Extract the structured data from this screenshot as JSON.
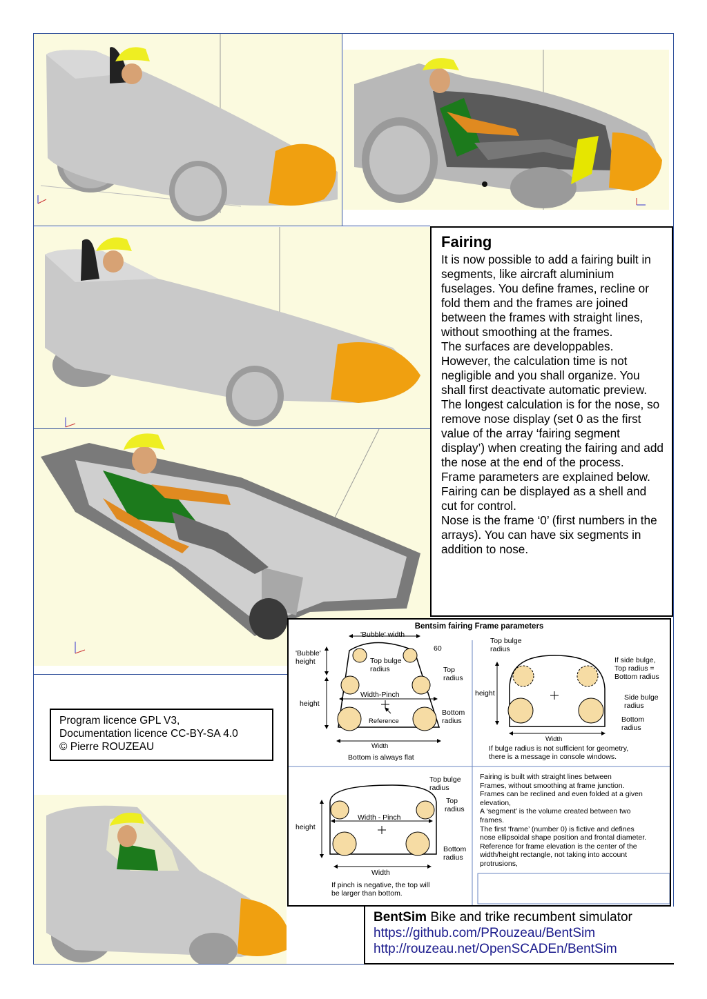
{
  "fairing": {
    "title": "Fairing",
    "paragraphs": [
      "It is now possible to add a fairing built in segments, like aircraft aluminium fuselages. You define frames, recline or fold them and the frames are joined between the frames with straight lines, without smoothing at the frames.",
      "The surfaces are developpables.",
      "However, the calculation time is not negligible and you shall organize. You shall first deactivate automatic preview. The longest calculation is for the nose, so remove nose display (set 0 as the first value of the array ‘fairing segment display’) when creating the fairing and add the nose at the end of the process.",
      "Frame parameters are explained below.",
      "Fairing can be displayed as a shell and cut for control.",
      "Nose is the frame ‘0’ (first numbers in the arrays). You can have six segments in addition to nose."
    ]
  },
  "license": {
    "line1": "Program licence GPL V3,",
    "line2": "Documentation licence  CC-BY-SA 4.0",
    "line3": "© Pierre ROUZEAU"
  },
  "diagram": {
    "title": "Bentsim fairing Frame parameters",
    "d1": {
      "bubble_width": "'Bubble' width",
      "sixty": "60",
      "bubble_height_1": "'Bubble'",
      "bubble_height_2": "height",
      "top_bulge_1": "Top bulge",
      "top_bulge_2": "radius",
      "top_radius_1": "Top",
      "top_radius_2": "radius",
      "height": "height",
      "width_pinch": "Width-Pinch",
      "reference": "Reference",
      "bottom_radius_1": "Bottom",
      "bottom_radius_2": "radius",
      "width": "Width",
      "bottom_flat": "Bottom is always flat"
    },
    "d2": {
      "top_bulge_1": "Top bulge",
      "top_bulge_2": "radius",
      "side_note_1": "If side bulge,",
      "side_note_2": "Top radius =",
      "side_note_3": "Bottom radius",
      "height": "height",
      "side_bulge_1": "Side bulge",
      "side_bulge_2": "radius",
      "bottom_radius_1": "Bottom",
      "bottom_radius_2": "radius",
      "width": "Width",
      "msg_1": "If bulge radius is not sufficient for geometry,",
      "msg_2": "there is a message in console windows."
    },
    "d3": {
      "top_bulge_1": "Top bulge",
      "top_bulge_2": "radius",
      "top_radius_1": "Top",
      "top_radius_2": "radius",
      "height": "height",
      "width_pinch": "Width - Pinch",
      "bottom_radius_1": "Bottom",
      "bottom_radius_2": "radius",
      "width": "Width",
      "pinch_1": "If pinch is negative, the top will",
      "pinch_2": "be larger than bottom."
    },
    "note_lines": [
      "Fairing is built with straight lines between",
      "Frames, without smoothing at frame junction.",
      "Frames can be reclined and even folded at a given",
      "elevation,",
      "A ‘segment’ is the volume created between two",
      "frames.",
      "The first ‘frame’ (number 0) is fictive and defines",
      "nose ellipsoidal shape position and frontal diameter.",
      "Reference for frame elevation is the center of the",
      "width/height rectangle, not taking into account",
      "protrusions,"
    ]
  },
  "bentsim": {
    "name": "BentSim",
    "tagline": " Bike and trike recumbent simulator",
    "url1": "https://github.com/PRouzeau/BentSim",
    "url2": "http://rouzeau.net/OpenSCADEn/BentSim"
  },
  "colors": {
    "frame_border": "#2f4f9a",
    "render_bg": "#fbfadf",
    "nose": "#f0a010",
    "helmet": "#f0f020",
    "body_gray": "#c8c8c8"
  }
}
